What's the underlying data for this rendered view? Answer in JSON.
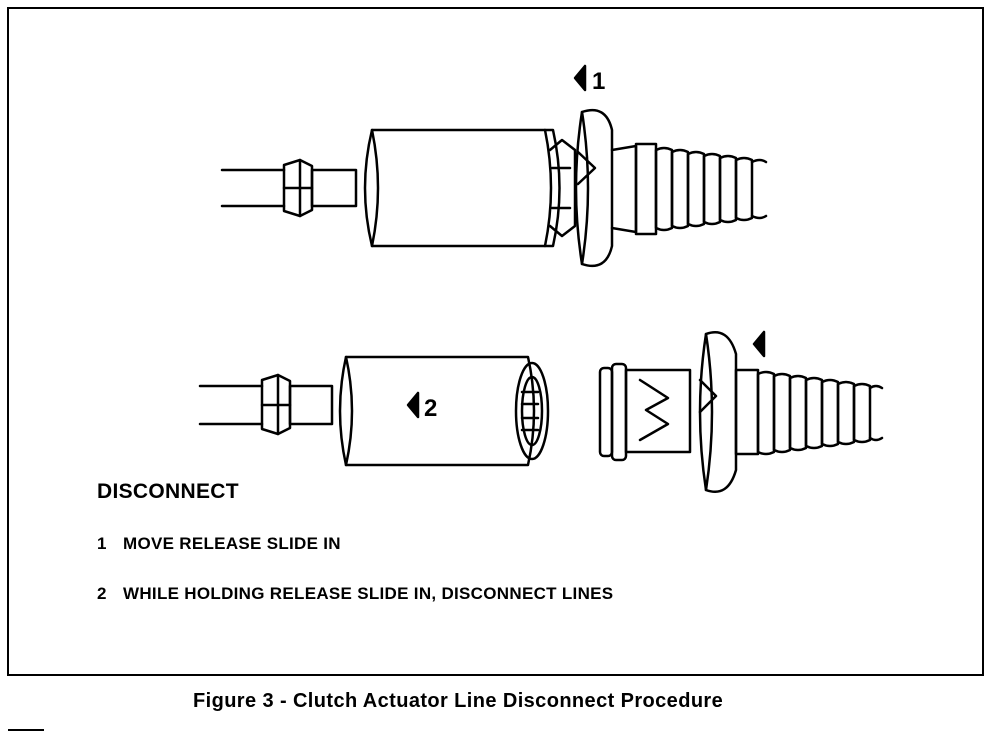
{
  "diagram": {
    "callouts": {
      "top": "1",
      "bottom": "2"
    },
    "heading": "DISCONNECT",
    "steps": [
      {
        "num": "1",
        "text": "MOVE RELEASE SLIDE IN"
      },
      {
        "num": "2",
        "text": "WHILE HOLDING RELEASE SLIDE IN, DISCONNECT LINES"
      }
    ],
    "caption": "Figure 3 - Clutch Actuator Line Disconnect Procedure"
  }
}
